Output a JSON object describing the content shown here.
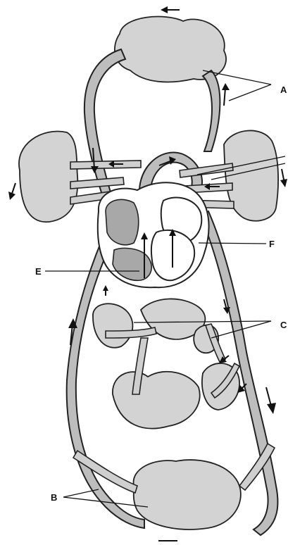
{
  "labels": {
    "A": "A",
    "B": "B",
    "C": "C",
    "E": "E",
    "F": "F"
  }
}
